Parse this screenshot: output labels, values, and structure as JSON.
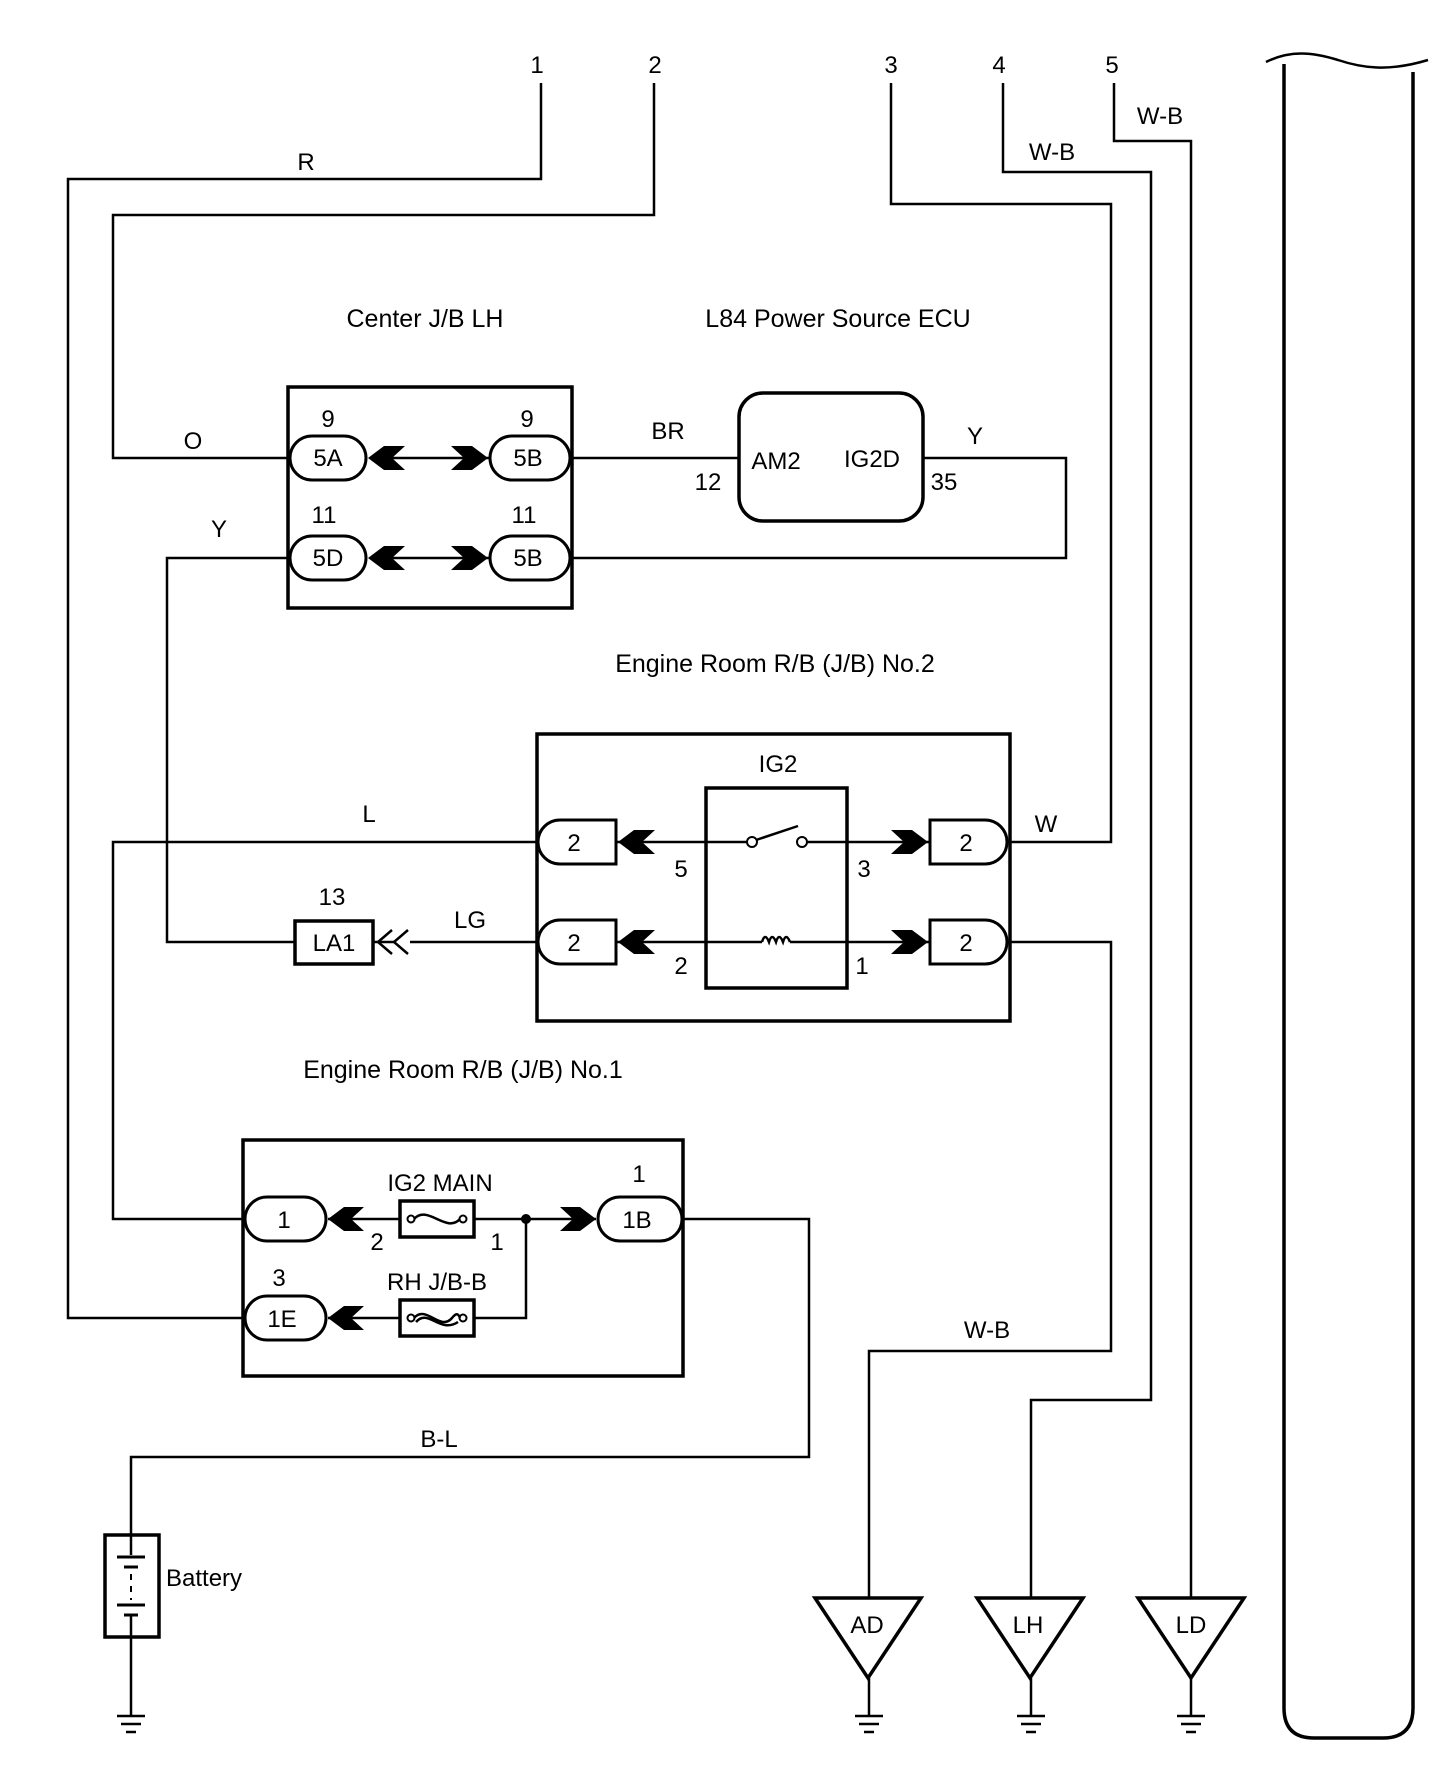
{
  "top_terminals": [
    "1",
    "2",
    "3",
    "4",
    "5"
  ],
  "wire_colors": {
    "r": "R",
    "o": "O",
    "y_left": "Y",
    "br": "BR",
    "y_right": "Y",
    "l": "L",
    "lg": "LG",
    "w": "W",
    "wb_4": "W-B",
    "wb_5": "W-B",
    "wb_bottom": "W-B",
    "bl": "B-L"
  },
  "center_jb": {
    "title": "Center J/B LH",
    "pins": {
      "a_left": "9",
      "a_right": "9",
      "d_left": "11",
      "d_right": "11"
    },
    "connectors": {
      "a_left": "5A",
      "a_right": "5B",
      "d_left": "5D",
      "d_right": "5B"
    }
  },
  "power_ecu": {
    "title": "L84 Power Source ECU",
    "left_terminal": "AM2",
    "right_terminal": "IG2D",
    "left_pin": "12",
    "right_pin": "35"
  },
  "rb2": {
    "title": "Engine Room R/B (J/B) No.2",
    "relay_label": "IG2",
    "connectors": {
      "tl": "2",
      "tr": "2",
      "bl": "2",
      "br": "2"
    },
    "relay_pins": {
      "p5": "5",
      "p3": "3",
      "p2": "2",
      "p1": "1"
    }
  },
  "la1": {
    "label": "LA1",
    "pin": "13"
  },
  "rb1": {
    "title": "Engine Room R/B (J/B) No.1",
    "fuse_main": "IG2 MAIN",
    "fuse_rh": "RH J/B-B",
    "connectors": {
      "left_top": "1",
      "right_top": "1B",
      "left_bottom": "1E"
    },
    "pins": {
      "p1_right": "1",
      "p3": "3",
      "fuse_2": "2",
      "fuse_1": "1"
    }
  },
  "battery": {
    "label": "Battery"
  },
  "grounds": [
    "AD",
    "LH",
    "LD"
  ],
  "colors": {
    "ink": "#000000",
    "paper": "#ffffff"
  }
}
